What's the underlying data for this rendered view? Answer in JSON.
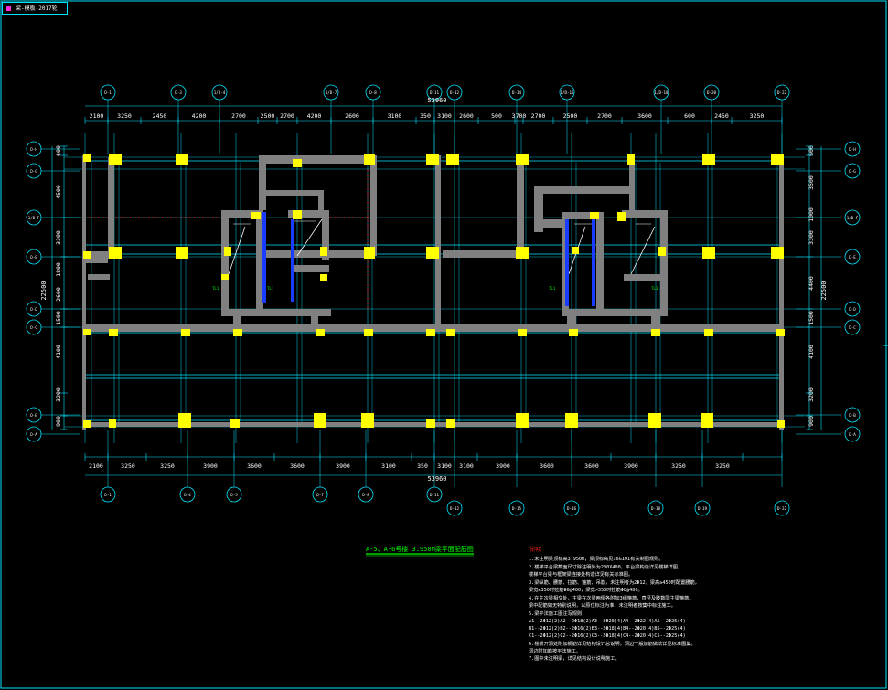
{
  "window": {
    "tab_label": "梁-模板-2017轮"
  },
  "drawing": {
    "title": "A-5、A-6号楼 3.950m梁平面配筋图",
    "overall_dim": "53960",
    "overall_dim_bottom": "53960",
    "overall_vertical": "22500",
    "axes_top": [
      "D-1",
      "D-3",
      "1/D-4",
      "1/D-7",
      "D-8",
      "D-11",
      "D-12",
      "D-14",
      "1/D-15",
      "1/D-18",
      "D-20",
      "D-22"
    ],
    "axes_bottom": [
      "D-1",
      "D-4",
      "D-5",
      "D-7",
      "D-8",
      "D-11",
      "D-12",
      "D-15",
      "D-16",
      "D-18",
      "D-19",
      "D-22"
    ],
    "axes_left": [
      "D-H",
      "D-G",
      "1/D-F",
      "D-E",
      "D-D",
      "D-C",
      "D-B",
      "D-A"
    ],
    "axes_right": [
      "D-H",
      "D-G",
      "1/D-F",
      "D-E",
      "D-D",
      "D-C",
      "D-B",
      "D-A"
    ],
    "dims_top": [
      "2100",
      "3250",
      "2450",
      "4200",
      "2700",
      "2500",
      "2700",
      "4200",
      "2600",
      "3100",
      "350",
      "3100",
      "2600",
      "500",
      "3700",
      "2700",
      "2500",
      "2700",
      "3600",
      "600",
      "2450",
      "3250"
    ],
    "dims_bottom": [
      "2100",
      "3250",
      "3250",
      "3900",
      "3600",
      "3600",
      "3900",
      "3100",
      "350",
      "3100",
      "3100",
      "3900",
      "3600",
      "3600",
      "3900",
      "3250",
      "3250"
    ],
    "dims_left": [
      "600",
      "4500",
      "3300",
      "1800",
      "2600",
      "1500",
      "4100",
      "3200",
      "900"
    ],
    "dims_right": [
      "600",
      "3500",
      "1000",
      "3300",
      "4400",
      "1500",
      "4100",
      "3200",
      "900"
    ],
    "notes_heading": "说明：",
    "notes": [
      "1.未注明梁顶标高3.950m，梁顶标高见16G101有关制图规则。",
      "2.楼梯平台梁截面尺寸除注明外为200X400，平台梁构造详见楼梯详图，",
      "  楼梯平台梁与框架梁连接处构造详见有关标准图。",
      "3.梁纵筋、腰筋、拉筋、箍筋、吊筋，未注明者为2Φ12，梁高≥450时配置腰筋，",
      "  梁宽≤350时拉筋Φ6@400，梁宽>350时拉筋Φ8@400。",
      "4.在主次梁相交处，主梁在次梁两侧各附加3组箍筋，直径及肢数同主梁箍筋。",
      "  梁中配筋如无特别说明，以原位标注为准，未注明者按集中标注施工。",
      "5.梁平法施工图注写规则：",
      "  A1--2Φ12(2)A2--2Φ18(2)A3--2Φ20(4)A4--2Φ22(4)A5--2Φ25(4)",
      "  B1--2Φ12(2)B2--2Φ16(2)B3--2Φ18(4)B4--2Φ20(4)B5--2Φ25(4)",
      "  C1--2Φ12(2)C2--2Φ16(2)C3--2Φ18(4)C4--2Φ20(4)C5--2Φ25(4)",
      "6.楼板开洞处附加钢筋详见结构设计总说明，洞边一般加筋做法详见标准图集。",
      "  洞边附加筋按平法施工。",
      "7.图中未注明梁，详见结构设计说明施工。"
    ],
    "stair_labels": [
      "TL1",
      "TL1",
      "TL1",
      "TL1"
    ],
    "colors": {
      "background": "#000000",
      "grid": "#00e5ff",
      "column": "#ffff00",
      "wall": "#808080",
      "beam_text": "#00e5ff",
      "title": "#00ff00",
      "note_head": "#ff2020",
      "note_text": "#ffffff",
      "accent": "#ff2bd6"
    }
  }
}
